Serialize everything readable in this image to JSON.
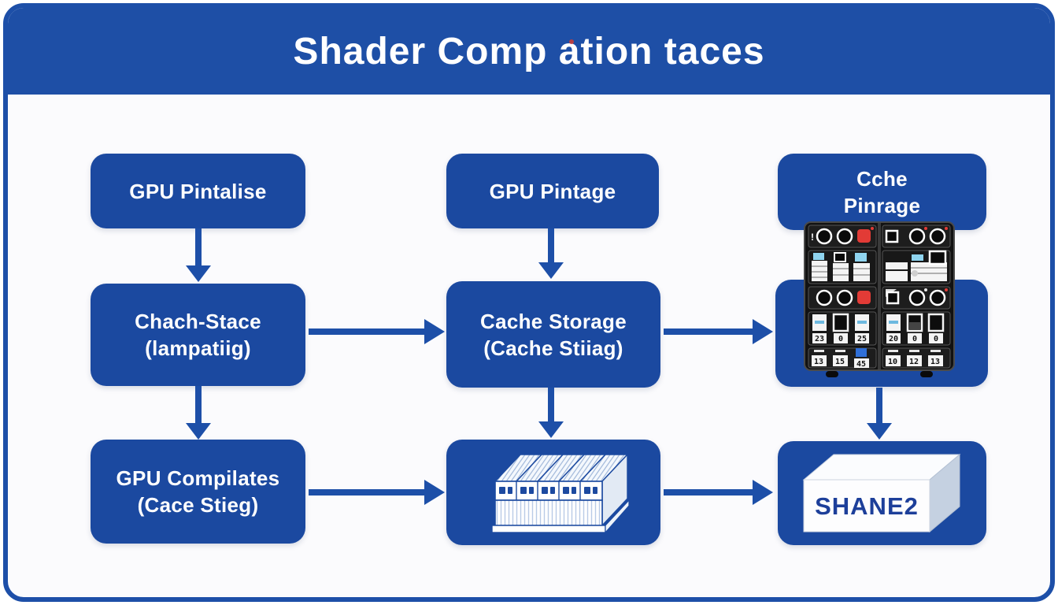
{
  "title": "Shader Comp ation taces",
  "colors": {
    "header_blue": "#1e4fa6",
    "node_blue": "#1b49a0",
    "arrow_blue": "#1d4fa8",
    "node_text": "#ffffff",
    "product_label_color": "#1d3f9a"
  },
  "nodes": {
    "left_top": {
      "line1": "GPU Pintalise",
      "line2": ""
    },
    "left_mid": {
      "line1": "Chach-Stace",
      "line2": "(lampatiig)"
    },
    "left_bottom": {
      "line1": "GPU Compilates",
      "line2": "(Cace Stieg)"
    },
    "mid_top": {
      "line1": "GPU Pintage",
      "line2": ""
    },
    "mid_mid": {
      "line1": "Cache Storage",
      "line2": "(Cache Stiiag)"
    },
    "right_top": {
      "line1": "Cche",
      "line2": "Pinrage"
    },
    "right_bottom_label": "SHANE2"
  },
  "device": {
    "slider_values": [
      "23",
      "0",
      "25",
      "20",
      "0",
      "0"
    ],
    "bottom_values": [
      "13",
      "15",
      "45",
      "10",
      "12",
      "13"
    ]
  }
}
